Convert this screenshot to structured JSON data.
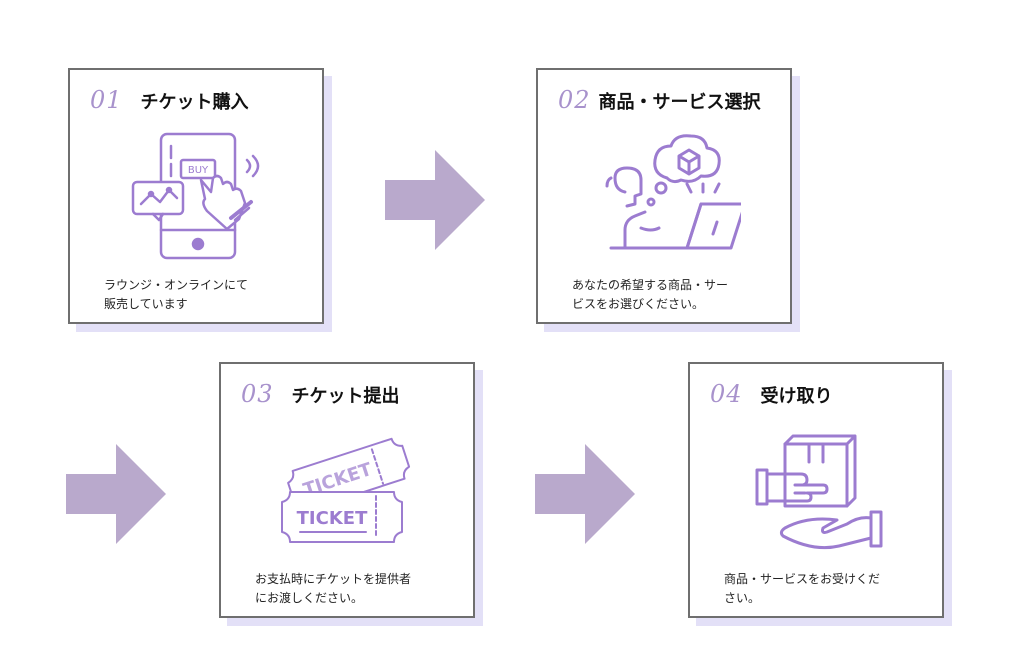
{
  "colors": {
    "accent": "#9c7cd0",
    "arrow": "#b9a9cc",
    "shadow": "#e3e0f7",
    "border": "#6f6f6f",
    "number": "#a892cc"
  },
  "steps": [
    {
      "number": "01",
      "title": "チケット購入",
      "text_line1": "ラウンジ・オンラインにて",
      "text_line2": "販売しています",
      "icon": "smartphone-buy-icon",
      "icon_label": "BUY"
    },
    {
      "number": "02",
      "title": "商品・サービス選択",
      "text_line1": "あなたの希望する商品・サー",
      "text_line2": "ビスをお選びください。",
      "icon": "person-laptop-thinking-icon"
    },
    {
      "number": "03",
      "title": "チケット提出",
      "text_line1": "お支払時にチケットを提供者",
      "text_line2": "にお渡しください。",
      "icon": "tickets-icon",
      "icon_label_back": "TICKET",
      "icon_label_front": "TICKET"
    },
    {
      "number": "04",
      "title": "受け取り",
      "text_line1": "商品・サービスをお受けくだ",
      "text_line2": "さい。",
      "icon": "hand-receive-box-icon"
    }
  ],
  "arrows": [
    "arrow-right-icon",
    "arrow-right-icon",
    "arrow-right-icon"
  ]
}
